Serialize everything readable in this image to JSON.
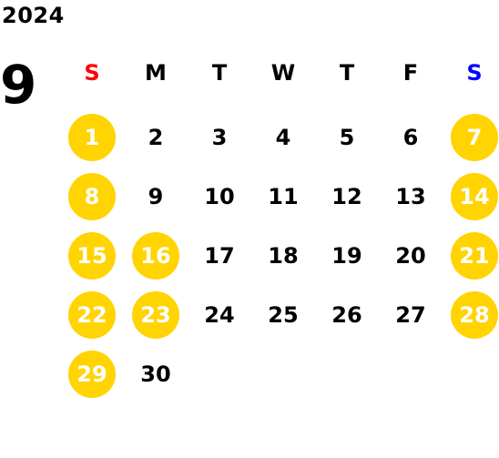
{
  "calendar": {
    "year": "2024",
    "month": "9",
    "weekdays": [
      {
        "label": "S",
        "color": "#FF0000"
      },
      {
        "label": "M",
        "color": "#000000"
      },
      {
        "label": "T",
        "color": "#000000"
      },
      {
        "label": "W",
        "color": "#000000"
      },
      {
        "label": "T",
        "color": "#000000"
      },
      {
        "label": "F",
        "color": "#000000"
      },
      {
        "label": "S",
        "color": "#0000FF"
      }
    ],
    "highlight_color": "#FFD400",
    "weeks": [
      [
        {
          "day": "1",
          "highlight": true
        },
        {
          "day": "2",
          "highlight": false
        },
        {
          "day": "3",
          "highlight": false
        },
        {
          "day": "4",
          "highlight": false
        },
        {
          "day": "5",
          "highlight": false
        },
        {
          "day": "6",
          "highlight": false
        },
        {
          "day": "7",
          "highlight": true
        }
      ],
      [
        {
          "day": "8",
          "highlight": true
        },
        {
          "day": "9",
          "highlight": false
        },
        {
          "day": "10",
          "highlight": false
        },
        {
          "day": "11",
          "highlight": false
        },
        {
          "day": "12",
          "highlight": false
        },
        {
          "day": "13",
          "highlight": false
        },
        {
          "day": "14",
          "highlight": true
        }
      ],
      [
        {
          "day": "15",
          "highlight": true
        },
        {
          "day": "16",
          "highlight": true
        },
        {
          "day": "17",
          "highlight": false
        },
        {
          "day": "18",
          "highlight": false
        },
        {
          "day": "19",
          "highlight": false
        },
        {
          "day": "20",
          "highlight": false
        },
        {
          "day": "21",
          "highlight": true
        }
      ],
      [
        {
          "day": "22",
          "highlight": true
        },
        {
          "day": "23",
          "highlight": true
        },
        {
          "day": "24",
          "highlight": false
        },
        {
          "day": "25",
          "highlight": false
        },
        {
          "day": "26",
          "highlight": false
        },
        {
          "day": "27",
          "highlight": false
        },
        {
          "day": "28",
          "highlight": true
        }
      ],
      [
        {
          "day": "29",
          "highlight": true
        },
        {
          "day": "30",
          "highlight": false
        }
      ]
    ]
  }
}
